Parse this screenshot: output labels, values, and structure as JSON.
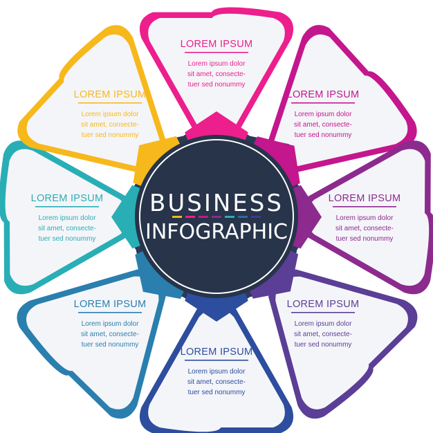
{
  "center": {
    "title_line1": "BUSINESS",
    "title_line2": "INFOGRAPHIC"
  },
  "colors": {
    "background": "#ffffff",
    "panel": "#f4f5f9",
    "center_fill": "#27344a",
    "text": "#5a6472",
    "dash": [
      "#f7b81c",
      "#ec1f8c",
      "#c4168d",
      "#8c2a8e",
      "#29aeb5",
      "#2c68ad",
      "#3b3a9a"
    ]
  },
  "items": [
    {
      "title": "LOREM IPSUM",
      "line1": "Lorem ipsum dolor",
      "line2": "sit amet, consecte-",
      "line3": "tuer sed nonummy",
      "color": "#ec1f8c"
    },
    {
      "title": "LOREM IPSUM",
      "line1": "Lorem ipsum dolor",
      "line2": "sit amet, consecte-",
      "line3": "tuer sed nonummy",
      "color": "#c4168d"
    },
    {
      "title": "LOREM IPSUM",
      "line1": "Lorem ipsum dolor",
      "line2": "sit amet, consecte-",
      "line3": "tuer sed nonummy",
      "color": "#8c2a8e"
    },
    {
      "title": "LOREM IPSUM",
      "line1": "Lorem ipsum dolor",
      "line2": "sit amet, consecte-",
      "line3": "tuer sed nonummy",
      "color": "#5b3e95"
    },
    {
      "title": "LOREM IPSUM",
      "line1": "Lorem ipsum dolor",
      "line2": "sit amet, consecte-",
      "line3": "tuer sed nonummy",
      "color": "#2d4d9e"
    },
    {
      "title": "LOREM IPSUM",
      "line1": "Lorem ipsum dolor",
      "line2": "sit amet, consecte-",
      "line3": "tuer sed nonummy",
      "color": "#2a7fae"
    },
    {
      "title": "LOREM IPSUM",
      "line1": "Lorem ipsum dolor",
      "line2": "sit amet, consecte-",
      "line3": "tuer sed nonummy",
      "color": "#29aeb5"
    },
    {
      "title": "LOREM IPSUM",
      "line1": "Lorem ipsum dolor",
      "line2": "sit amet, consecte-",
      "line3": "tuer sed nonummy",
      "color": "#f7b81c"
    }
  ]
}
